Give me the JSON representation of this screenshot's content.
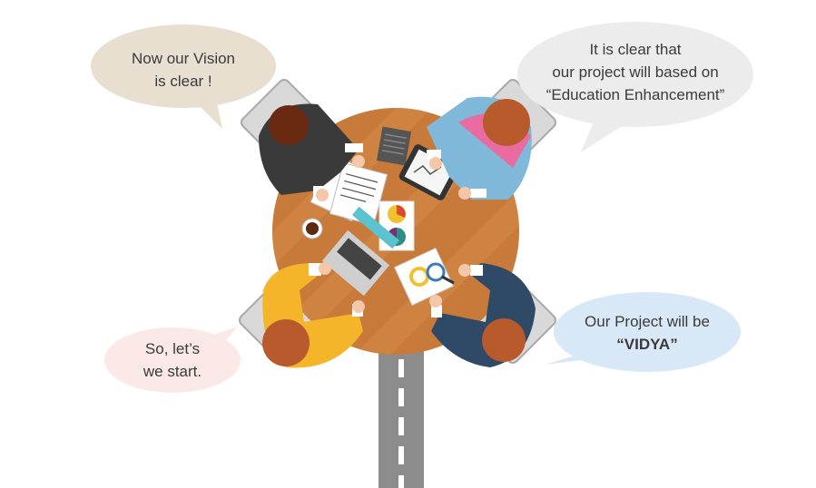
{
  "bubbles": {
    "top_left": {
      "lines": [
        "Now our Vision",
        "is clear !"
      ],
      "color": "#e8dfd1"
    },
    "top_right": {
      "lines": [
        "It is clear that",
        "our project will based on",
        "“Education Enhancement”"
      ],
      "color": "#ececec"
    },
    "bottom_left": {
      "lines": [
        "So, let’s",
        "we start."
      ],
      "color": "#fbe9e7"
    },
    "bottom_right": {
      "lines": [
        "Our Project will be",
        "“VIDYA”"
      ],
      "color": "#d9e8f7"
    }
  },
  "colors": {
    "table": "#c77a3a",
    "table_stripe": "#d48a47",
    "road": "#8c8c8c",
    "road_mark": "#ffffff",
    "person_top_left_shirt": "#3a3a3a",
    "person_top_right_shirt": "#7fb8d8",
    "person_bottom_left_shirt": "#f5b52a",
    "person_bottom_right_shirt": "#2f4a66",
    "hair": "#b85a2c",
    "hair_dark": "#6a2a12"
  },
  "icons": {
    "notebook": "notebook-icon",
    "tablet": "tablet-icon",
    "laptop": "laptop-icon",
    "coffee": "coffee-cup-icon",
    "magnifier": "magnifier-icon",
    "pie_chart": "pie-chart-icon"
  }
}
